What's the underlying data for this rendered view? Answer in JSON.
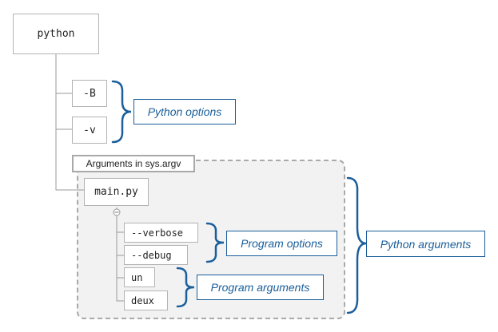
{
  "nodes": {
    "python": "python",
    "flag_b": "-B",
    "flag_v": "-v",
    "script": "main.py",
    "verbose": "--verbose",
    "debug": "--debug",
    "un": "un",
    "deux": "deux"
  },
  "group": {
    "label": "Arguments in sys.argv"
  },
  "annotations": {
    "python_options": "Python options",
    "program_options": "Program options",
    "program_arguments": "Program arguments",
    "python_arguments": "Python arguments"
  },
  "colors": {
    "accent": "#1a5e9a",
    "node_border": "#b3b3b3",
    "connector": "#999999",
    "group_border": "#a9a9a9",
    "group_fill": "#f2f2f3"
  }
}
